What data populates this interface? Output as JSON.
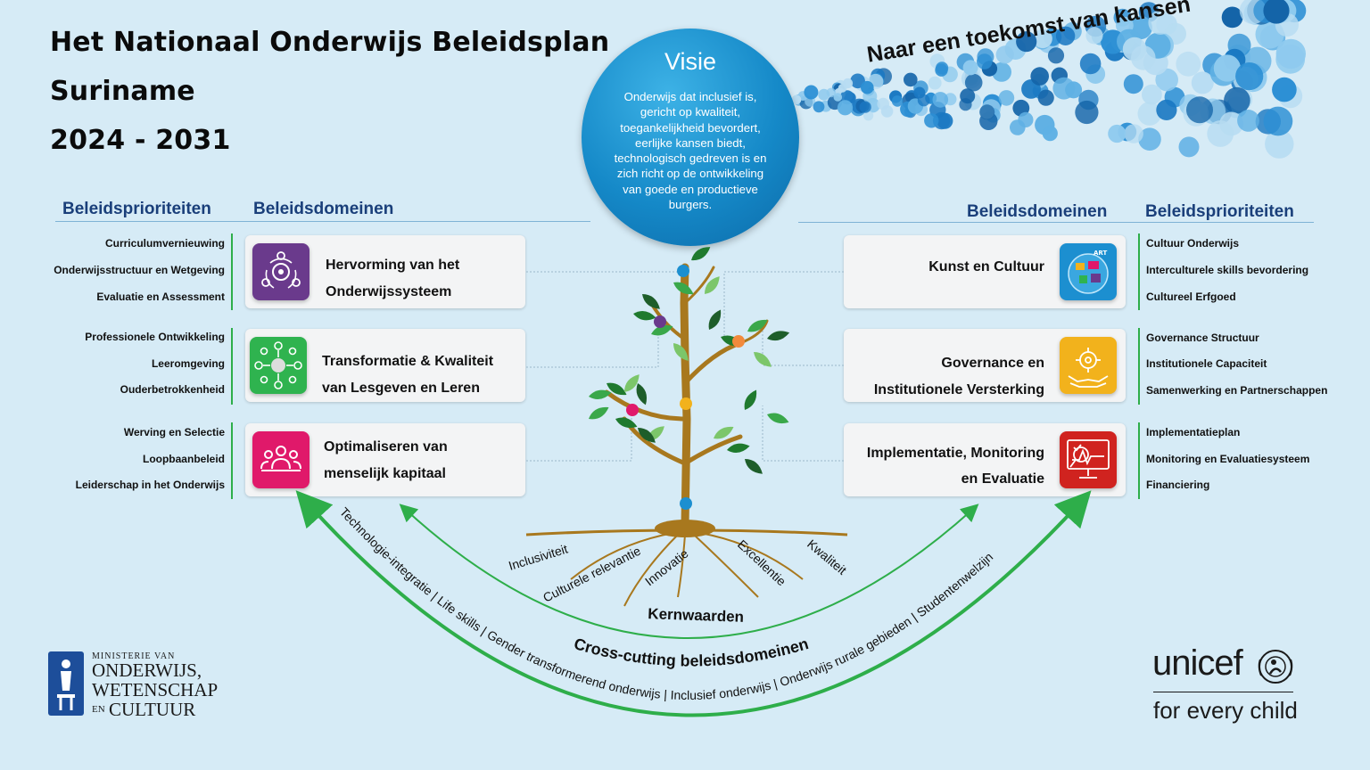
{
  "title": {
    "line1": "Het Nationaal Onderwijs Beleidsplan",
    "line2": "Suriname",
    "line3": "2024 - 2031"
  },
  "vision": {
    "heading": "Visie",
    "text": "Onderwijs dat inclusief is, gericht op kwaliteit, toegankelijkheid bevordert, eerlijke kansen biedt, technologisch gedreven is en zich richt op de ontwikkeling van goede en productieve burgers."
  },
  "slogan": "Naar een toekomst van kansen",
  "left": {
    "priorities_heading": "Beleidsprioriteiten",
    "domains_heading": "Beleidsdomeinen",
    "domains": [
      {
        "label_lines": [
          "Hervorming van het",
          "Onderwijssysteem"
        ],
        "icon": "organization-cycle-icon",
        "color": "#6a3a8c",
        "priorities": [
          "Curriculumvernieuwing",
          "Onderwijsstructuur en Wetgeving",
          "Evaluatie en Assessment"
        ]
      },
      {
        "label_lines": [
          "Transformatie & Kwaliteit",
          "van Lesgeven en Leren"
        ],
        "icon": "network-people-icon",
        "color": "#2fb34f",
        "priorities": [
          "Professionele Ontwikkeling",
          "Leeromgeving",
          "Ouderbetrokkenheid"
        ]
      },
      {
        "label_lines": [
          "Optimaliseren van",
          "menselijk kapitaal"
        ],
        "icon": "people-group-icon",
        "color": "#e0196a",
        "priorities": [
          "Werving en Selectie",
          "Loopbaanbeleid",
          "Leiderschap in het Onderwijs"
        ]
      }
    ]
  },
  "right": {
    "domains_heading": "Beleidsdomeinen",
    "priorities_heading": "Beleidsprioriteiten",
    "domains": [
      {
        "label_lines": [
          "Kunst en Cultuur"
        ],
        "icon": "art-collage-icon",
        "color": "#1c8fd0",
        "priorities": [
          "Cultuur Onderwijs",
          "Interculturele skills bevordering",
          "Cultureel Erfgoed"
        ]
      },
      {
        "label_lines": [
          "Governance en",
          "Institutionele Versterking"
        ],
        "icon": "governance-hands-icon",
        "color": "#f2b21c",
        "priorities": [
          "Governance Structuur",
          "Institutionele Capaciteit",
          "Samenwerking en Partnerschappen"
        ]
      },
      {
        "label_lines": [
          "Implementatie, Monitoring",
          "en Evaluatie"
        ],
        "icon": "monitor-evaluation-icon",
        "color": "#d0231f",
        "priorities": [
          "Implementatieplan",
          "Monitoring en Evaluatiesysteem",
          "Financiering"
        ]
      }
    ]
  },
  "core_values": {
    "heading": "Kernwaarden",
    "items": [
      "Inclusiviteit",
      "Culturele relevantie",
      "Innovatie",
      "Excellentie",
      "Kwaliteit"
    ]
  },
  "cross_cutting": {
    "heading": "Cross-cutting beleidsdomeinen",
    "text": "Technologie-integratie  | Life skills  |  Gender transformerend onderwijs | Inclusief onderwijs  | Onderwijs rurale gebieden | Studentenwelzijn"
  },
  "ministry": {
    "line1": "MINISTERIE VAN",
    "line2": "ONDERWIJS,",
    "line3": "WETENSCHAP",
    "line4_prefix": "EN",
    "line4": "CULTUUR"
  },
  "unicef": {
    "name": "unicef",
    "tagline": "for every child",
    "color": "#1cabe2"
  },
  "colors": {
    "background": "#d6ebf6",
    "heading_blue": "#1a3f7a",
    "arrow_green": "#2eae4a",
    "trunk_brown": "#a8781e"
  }
}
